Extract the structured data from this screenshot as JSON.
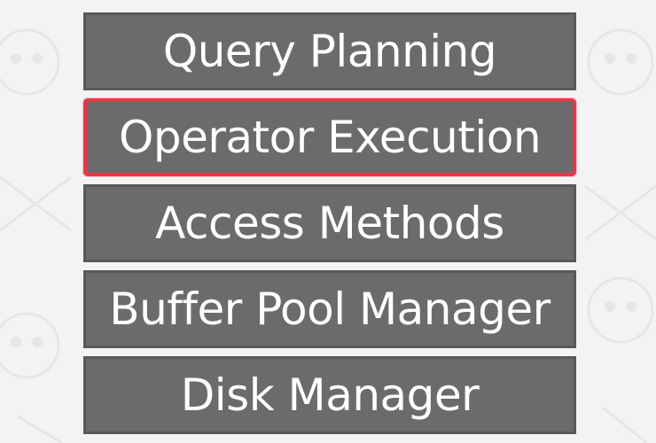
{
  "layers": [
    {
      "label": "Query Planning",
      "highlighted": false
    },
    {
      "label": "Operator Execution",
      "highlighted": true
    },
    {
      "label": "Access Methods",
      "highlighted": false
    },
    {
      "label": "Buffer Pool Manager",
      "highlighted": false
    },
    {
      "label": "Disk Manager",
      "highlighted": false
    }
  ],
  "colors": {
    "layer_fill": "#6b6b6b",
    "layer_border": "#595959",
    "highlight_border": "#e53947",
    "text": "#ffffff",
    "background": "#f3f3f3"
  }
}
